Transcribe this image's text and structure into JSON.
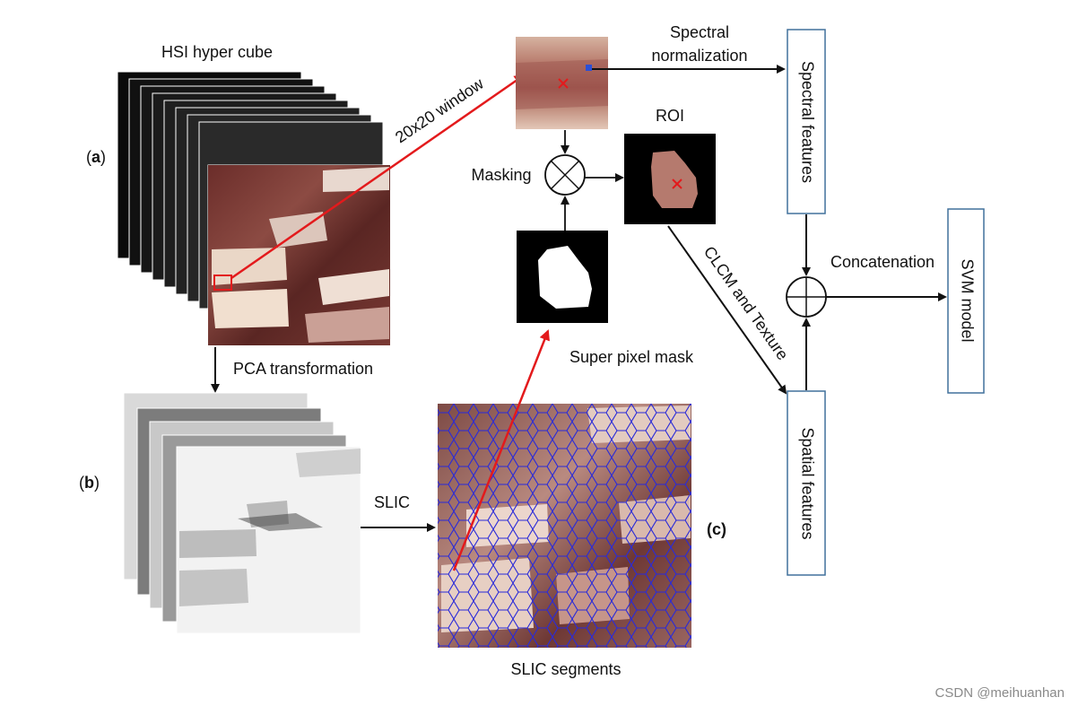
{
  "labels": {
    "hsi_cube": "HSI hyper cube",
    "pca": "PCA transformation",
    "window": "20x20 window",
    "spectral_norm_1": "Spectral",
    "spectral_norm_2": "normalization",
    "roi": "ROI",
    "masking": "Masking",
    "super_pixel_mask": "Super pixel mask",
    "slic": "SLIC",
    "slic_segments": "SLIC segments",
    "clcm_texture": "CLCM and Texture",
    "concatenation": "Concatenation",
    "spectral_features": "Spectral features",
    "spatial_features": "Spatial features",
    "svm_model": "SVM model",
    "panel_a_open": "(",
    "panel_a_letter": "a",
    "panel_a_close": ")",
    "panel_b_open": "(",
    "panel_b_letter": "b",
    "panel_b_close": ")",
    "panel_c": "(c)"
  },
  "watermark": "CSDN @meihuanhan",
  "colors": {
    "arrow": "#111111",
    "red_arrow": "#e31a1c",
    "box_border": "#41719c",
    "slic_lines": "#2a2ad8",
    "marker": "#e31a1c"
  }
}
